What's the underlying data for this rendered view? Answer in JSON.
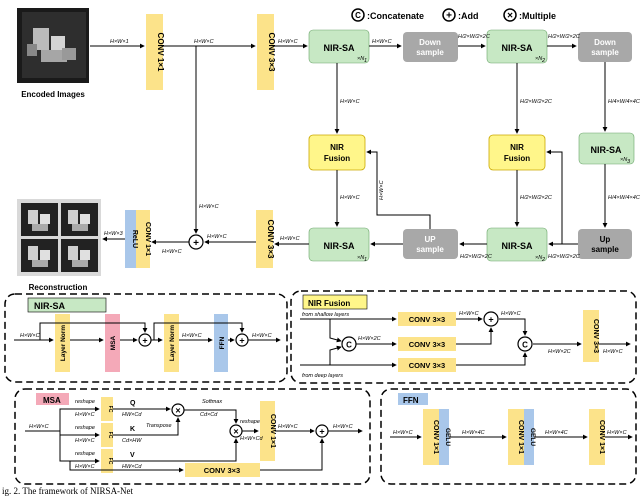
{
  "legend": {
    "concat_symbol": "C",
    "concat_label": ":Concatenate",
    "add_symbol": "+",
    "add_label": ":Add",
    "mult_symbol": "×",
    "mult_label": ":Multiple"
  },
  "main": {
    "encoded_label": "Encoded Images",
    "recon_label": "Reconstruction",
    "conv1x1": "CONV 1×1",
    "conv3x3": "CONV 3×3",
    "nir_sa": "NIR-SA",
    "nir_fusion_line1": "NIR",
    "nir_fusion_line2": "Fusion",
    "down_line1": "Down",
    "down_line2": "sample",
    "up_line1": "UP",
    "up_line2": "sample",
    "up2_line1": "Up",
    "up2_line2": "sample",
    "relu": "ReLU",
    "n1": "×N",
    "n1_sub": "1",
    "n2": "×N",
    "n2_sub": "2",
    "n3": "×N",
    "n3_sub": "3",
    "dim_hw1": "H×W×1",
    "dim_hwc": "H×W×C",
    "dim_h3": "H×W×3",
    "dim_half": "H/2×W/2×2C",
    "dim_quarter": "H/4×W/4×4C"
  },
  "nirsa_box": {
    "title": "NIR-SA",
    "layer_norm": "Layer Norm",
    "msa": "MSA",
    "ffn": "FFN",
    "dim": "H×W×C"
  },
  "fusion_box": {
    "title": "NIR Fusion",
    "conv3x3": "CONV 3×3",
    "from_shallow": "from shallow layers",
    "from_deep": "from deep layers",
    "dim_hwc": "H×W×C",
    "dim_hw2c": "H×W×2C"
  },
  "msa_box": {
    "title": "MSA",
    "reshape": "reshape",
    "fc": "FC",
    "q": "Q",
    "k": "K",
    "v": "V",
    "transpose": "Transpose",
    "softmax": "Softmax",
    "dim_hwc": "H×W×C",
    "dim_hwcd": "HW×Cd",
    "dim_cdhw": "Cd×HW",
    "dim_cdcd": "Cd×Cd",
    "dim_hwcd2": "H×W×Cd",
    "conv1x1": "CONV 1×1",
    "conv3x3": "CONV 3×3"
  },
  "ffn_box": {
    "title": "FFN",
    "conv1x1": "CONV 1×1",
    "gelu": "GELU",
    "dim_hwc": "H×W×C",
    "dim_hw4c": "H×W×4C"
  },
  "caption": "ig. 2. The framework of NIRSA-Net"
}
